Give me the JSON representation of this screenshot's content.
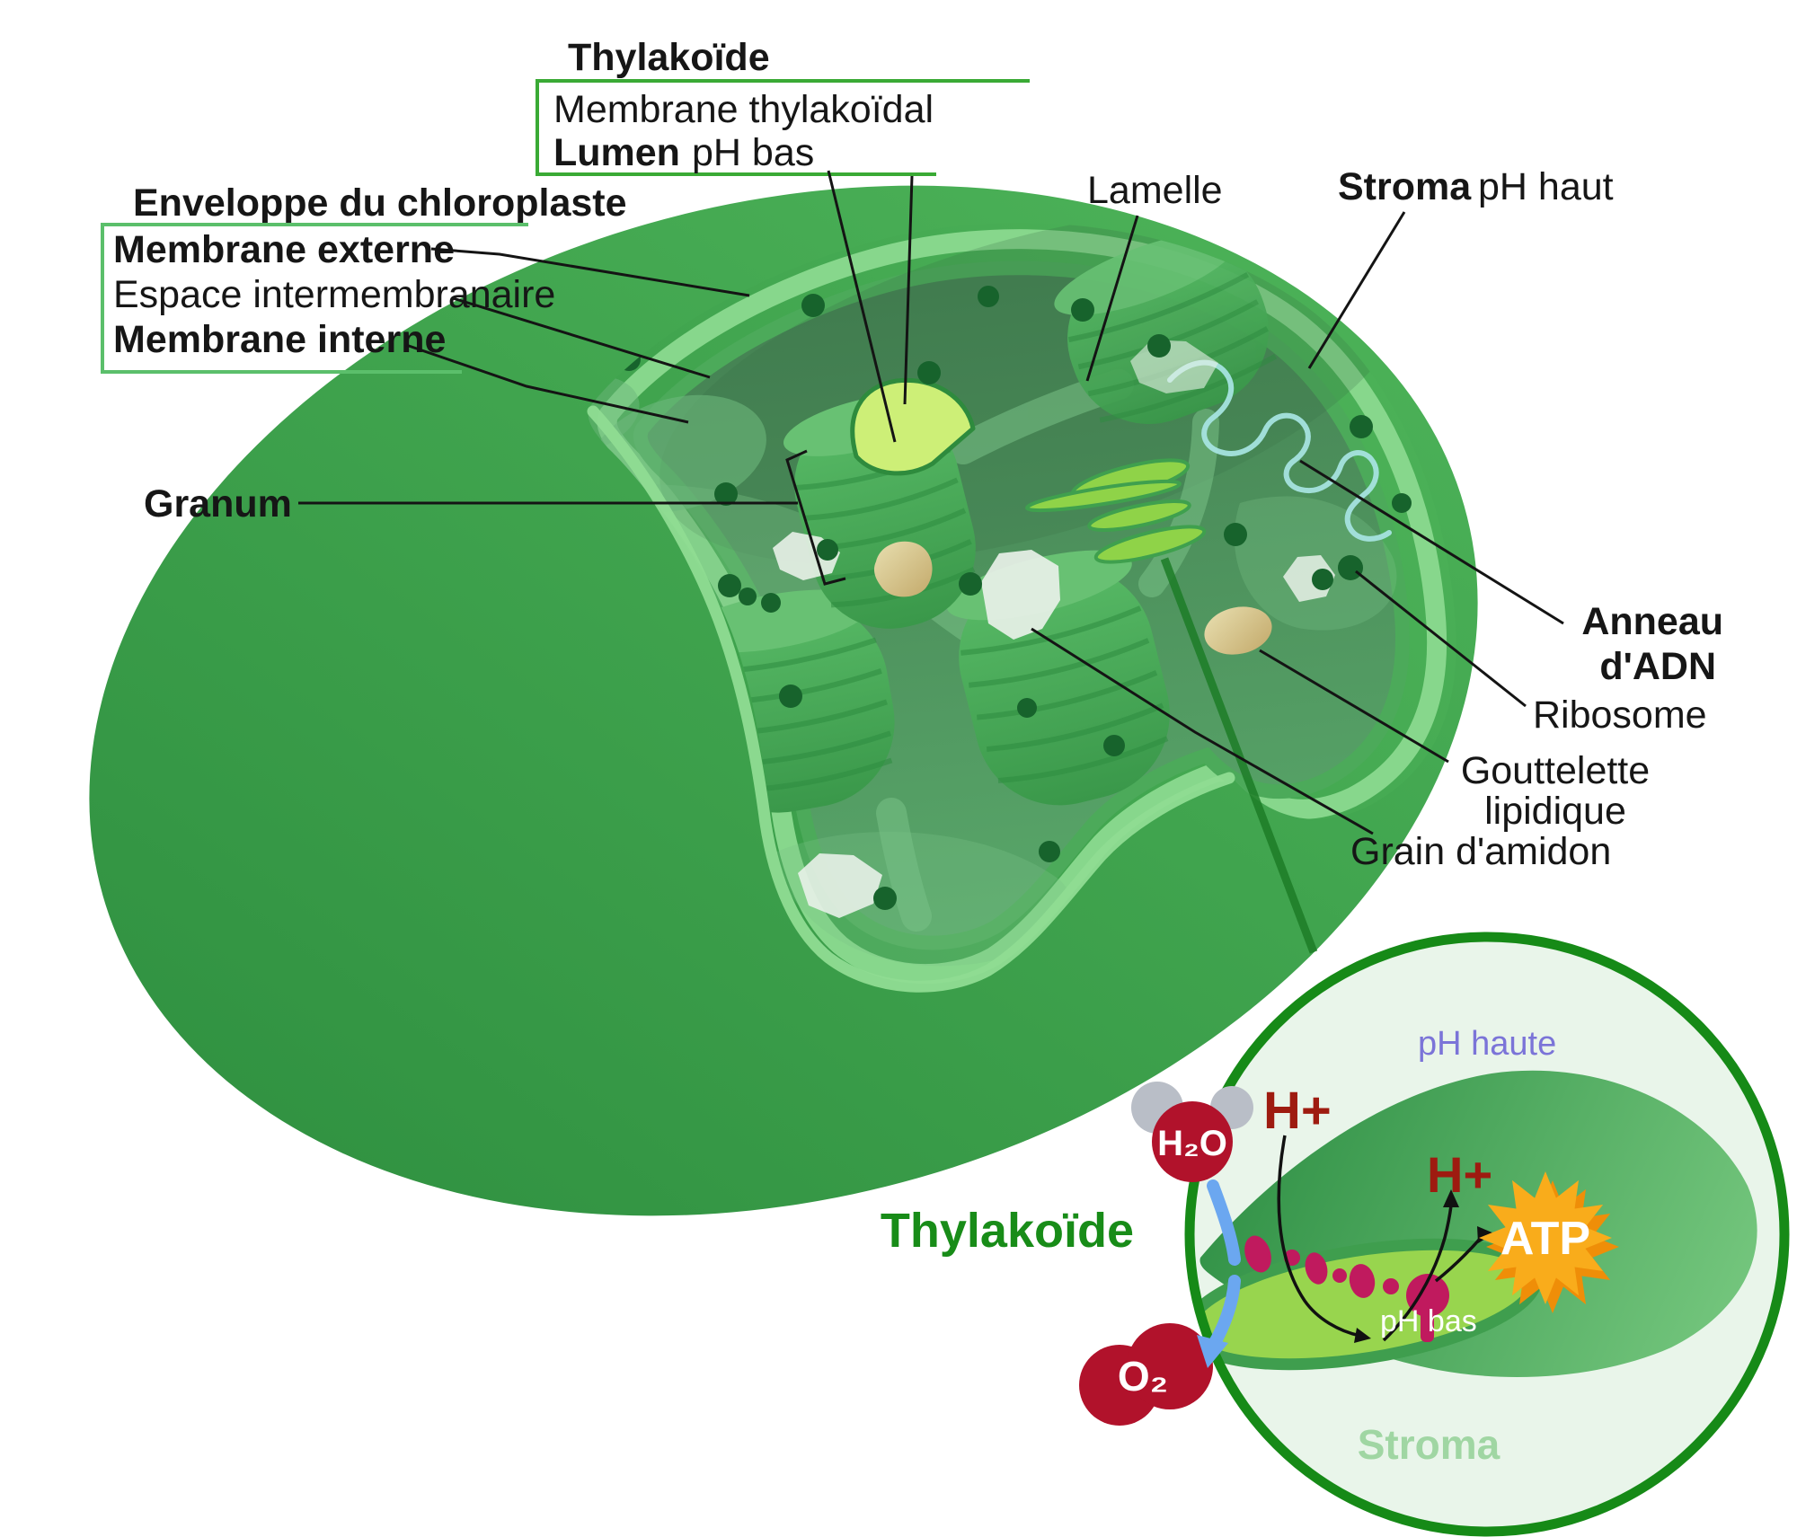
{
  "figure": {
    "description": "Schéma d'un chloroplaste (coupe) avec encart du thylakoïde",
    "background": "#ffffff"
  },
  "colors": {
    "title_green": "#3aaa35",
    "envelope_green": "#5bbf6b",
    "inset_label_green": "#188c18",
    "ph_bas_pink": "#d4677e",
    "ph_haut_purple": "#7b74d8",
    "proton_red": "#9e1b10",
    "molecule_red": "#b1122b",
    "atp_orange": "#f9ac1b",
    "inset_border_green": "#168a17",
    "body_green": "#3fa14b",
    "protein_magenta": "#c01a5e",
    "dna_cyan": "#a5e3df"
  },
  "main_labels": {
    "thylakoid_box": {
      "title": "Thylakoïde",
      "line1": "Membrane thylakoïdal",
      "line2_bold": "Lumen",
      "line2_accent": "pH bas"
    },
    "envelope_box": {
      "title": "Enveloppe du chloroplaste",
      "line1": "Membrane externe",
      "line2": "Espace intermembranaire",
      "line3": "Membrane interne"
    },
    "lamelle": "Lamelle",
    "stroma_bold": "Stroma",
    "stroma_accent": "pH haut",
    "granum": "Granum",
    "anneau_line1": "Anneau",
    "anneau_line2": "d'ADN",
    "ribosome": "Ribosome",
    "gouttelette_line1": "Gouttelette",
    "gouttelette_line2": "lipidique",
    "grain": "Grain d'amidon"
  },
  "inset": {
    "label": "Thylakoïde",
    "ph_haute": "pH haute",
    "h_plus_top": "H+",
    "h_plus_right": "H+",
    "h2o": "H₂O",
    "o2": "O₂",
    "atp": "ATP",
    "ph_bas": "pH bas",
    "stroma": "Stroma"
  }
}
